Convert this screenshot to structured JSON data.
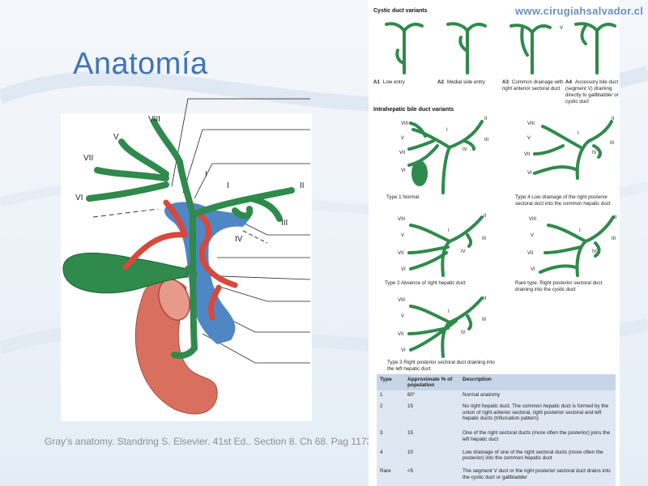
{
  "slide": {
    "title": "Anatomía",
    "citation": "Gray’s anatomy. Standring S. Elsevier. 41st Ed.. Section 8. Ch 68. Pag 1173",
    "watermark": "www.cirugiahsalvador.cl"
  },
  "left_figure": {
    "segment_labels": {
      "VIII": "VIII",
      "V": "V",
      "VII": "VII",
      "VI": "VI",
      "I": "I",
      "II": "II",
      "III": "III",
      "IV": "IV"
    }
  },
  "cystic": {
    "heading": "Cystic duct variants",
    "captions": [
      {
        "code": "A1",
        "text": "Low entry"
      },
      {
        "code": "A2",
        "text": "Medial side entry"
      },
      {
        "code": "A3",
        "text": "Common drainage with right anterior sectoral duct"
      },
      {
        "code": "A4",
        "text": "Accessory bile duct (segment V) draining directly to gallbladder or cystic duct"
      }
    ],
    "v_label": "V"
  },
  "intrahepatic": {
    "heading": "Intrahepatic bile duct variants",
    "segment_labels": {
      "VIII": "VIII",
      "V": "V",
      "VII": "VII",
      "VI": "VI",
      "I": "I",
      "II": "II",
      "III": "III",
      "IV": "IV"
    },
    "captions": {
      "type1": "Type 1 Normal",
      "type4": "Type 4 Low drainage of the right posterior sectoral duct into the common hepatic duct",
      "type2": "Type 2 Absence of right hepatic duct",
      "rare": "Rare type. Right posterior sectoral duct draining into the cystic duct",
      "type3": "Type 3 Right posterior sectoral duct draining into the left hepatic duct"
    }
  },
  "table": {
    "headers": [
      "Type",
      "Approximate % of population",
      "Description"
    ],
    "rows": [
      [
        "1",
        "60°",
        "Normal anatomy"
      ],
      [
        "2",
        "15",
        "No right hepatic duct. The common hepatic duct is formed by the union of right anterior sectoral, right posterior sectoral and left hepatic ducts (trifurcation pattern)"
      ],
      [
        "3",
        "15",
        "One of the right sectoral ducts (more often the posterior) joins the left hepatic duct"
      ],
      [
        "4",
        "10",
        "Low drainage of one of the right sectoral ducts (more often the posterior) into the common hepatic duct"
      ],
      [
        "Rare",
        "<5",
        "The segment V duct or the right posterior sectoral duct drains into the cystic duct or gallbladder"
      ]
    ]
  },
  "colors": {
    "duct_green": "#2f8a4c",
    "artery_red": "#d9483b",
    "vein_blue": "#4f86c4",
    "duodenum": "#d9705f",
    "title_blue": "#3f74b5"
  }
}
